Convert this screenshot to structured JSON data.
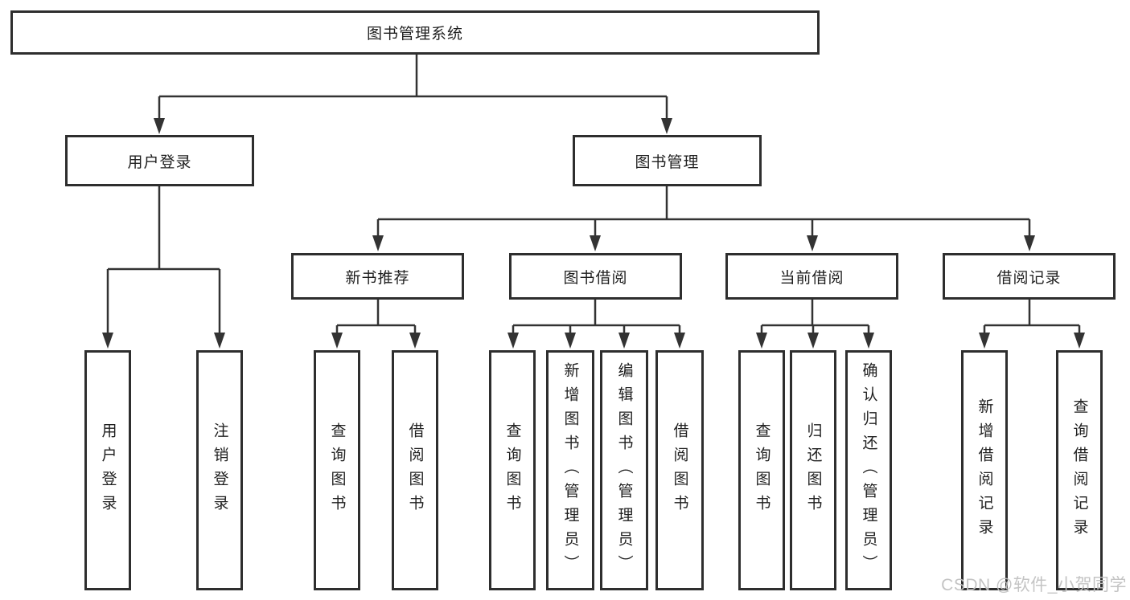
{
  "diagram": {
    "root_label": "图书管理系统",
    "level2": [
      "用户登录",
      "图书管理"
    ],
    "level3": [
      "新书推荐",
      "图书借阅",
      "当前借阅",
      "借阅记录"
    ],
    "leaves": {
      "user_login": [
        "用户登录",
        "注销登录"
      ],
      "new_book_recommend": [
        "查询图书",
        "借阅图书"
      ],
      "book_borrow": [
        "查询图书",
        "新增图书（管理员）",
        "编辑图书（管理员）",
        "借阅图书"
      ],
      "current_borrow": [
        "查询图书",
        "归还图书",
        "确认归还（管理员）"
      ],
      "borrow_record": [
        "新增借阅记录",
        "查询借阅记录"
      ]
    }
  },
  "watermark": "CSDN @软件_小贺同学",
  "colors": {
    "line": "#333333",
    "box_border": "#2e2e2e",
    "text": "#1f1f1f",
    "watermark": "#c1c1c1",
    "background": "#ffffff"
  }
}
